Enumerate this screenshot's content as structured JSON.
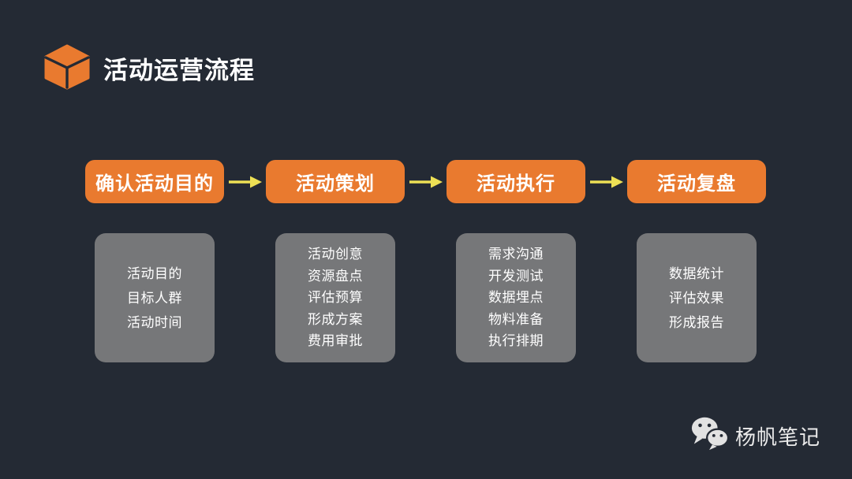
{
  "page": {
    "background_color": "#242A34",
    "text_color": "#FFFFFF"
  },
  "header": {
    "logo_icon": "cube-icon",
    "title": "活动运营流程",
    "accent_color": "#E97A2F"
  },
  "flow": {
    "stage_box_color": "#E97A2F",
    "arrow_color": "#EDE055",
    "detail_box_color": "#767779",
    "stages": [
      {
        "label": "确认活动目的",
        "details": [
          "活动目的",
          "目标人群",
          "活动时间"
        ]
      },
      {
        "label": "活动策划",
        "details": [
          "活动创意",
          "资源盘点",
          "评估预算",
          "形成方案",
          "费用审批"
        ]
      },
      {
        "label": "活动执行",
        "details": [
          "需求沟通",
          "开发测试",
          "数据埋点",
          "物料准备",
          "执行排期"
        ]
      },
      {
        "label": "活动复盘",
        "details": [
          "数据统计",
          "评估效果",
          "形成报告"
        ]
      }
    ]
  },
  "watermark": {
    "icon": "wechat-icon",
    "text": "杨帆笔记"
  }
}
